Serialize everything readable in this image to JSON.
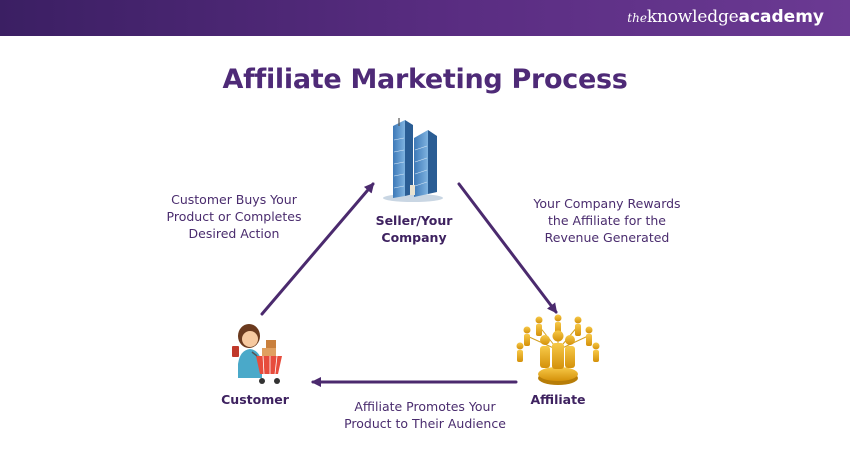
{
  "brand": {
    "the": "the",
    "knowledge": "knowledge",
    "academy": "academy"
  },
  "title": "Affiliate Marketing Process",
  "nodes": {
    "seller": {
      "line1": "Seller/Your",
      "line2": "Company",
      "icon": "skyscraper-icon"
    },
    "customer": {
      "label": "Customer",
      "icon": "shopper-with-cart-icon"
    },
    "affiliate": {
      "label": "Affiliate",
      "icon": "network-people-icon"
    }
  },
  "edges": {
    "customer_to_seller": {
      "line1": "Customer Buys Your",
      "line2": "Product or Completes",
      "line3": "Desired Action"
    },
    "seller_to_affiliate": {
      "line1": "Your Company Rewards",
      "line2": "the Affiliate for the",
      "line3": "Revenue Generated"
    },
    "affiliate_to_customer": {
      "line1": "Affiliate Promotes Your",
      "line2": "Product to Their Audience"
    }
  },
  "colors": {
    "header": "#4b2673",
    "accent": "#4e2a77",
    "arrow": "#4b2a6e",
    "gold": "#e8a90e"
  }
}
